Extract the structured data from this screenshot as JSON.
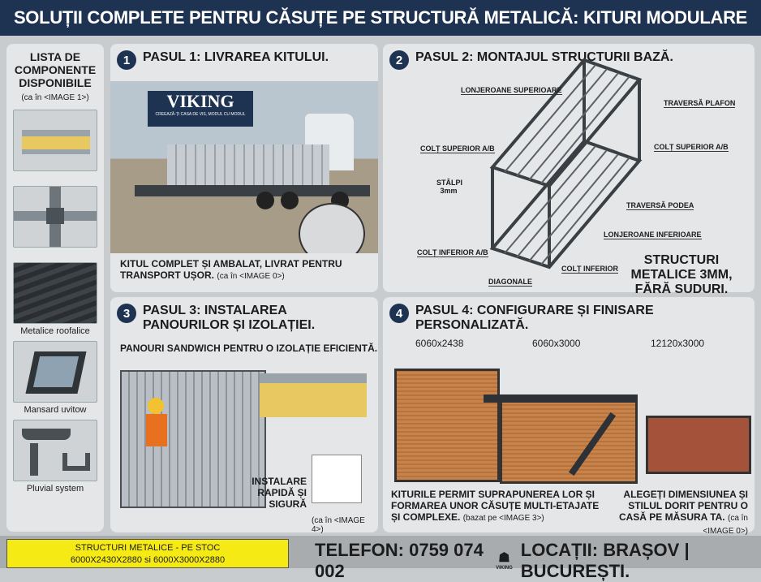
{
  "title": "SOLUȚII COMPLETE PENTRU CĂSUȚE PE STRUCTURĂ METALICĂ: KITURI MODULARE",
  "sidebar": {
    "heading": "LISTA DE COMPONENTE DISPONIBILE",
    "note": "(ca în <IMAGE 1>)",
    "items": [
      {
        "label": "",
        "icon": "sandwich-panel"
      },
      {
        "label": "",
        "icon": "corner-joint"
      },
      {
        "label": "Metalice roofalice",
        "icon": "metal-roof-tile"
      },
      {
        "label": "Mansard uvitow",
        "icon": "roof-window"
      },
      {
        "label": "Pluvial system",
        "icon": "gutter-system"
      }
    ]
  },
  "steps": [
    {
      "number": "1",
      "title": "PASUL 1: LIVRAREA KITULUI.",
      "brand": "VIKING",
      "brand_tagline": "CREEAZĂ-ȚI CASA DE VIS, MODUL CU MODUL",
      "caption": "KITUL COMPLET ȘI AMBALAT, LIVRAT PENTRU TRANSPORT UȘOR.",
      "caption_note": "(ca în <IMAGE 0>)"
    },
    {
      "number": "2",
      "title": "PASUL 2: MONTAJUL STRUCTURII BAZĂ.",
      "labels": [
        "LONJEROANE SUPERIOARE",
        "TRAVERSĂ PLAFON",
        "COLȚ SUPERIOR A/B",
        "COLȚ SUPERIOR A/B",
        "STÂLPI 3mm",
        "TRAVERSĂ PODEA",
        "LONJEROANE INFERIOARE",
        "COLȚ INFERIOR A/B",
        "COLȚ INFERIOR",
        "DIAGONALE"
      ],
      "callout": "STRUCTURI METALICE 3MM, FĂRĂ SUDURI."
    },
    {
      "number": "3",
      "title": "PASUL 3: INSTALAREA PANOURILOR ȘI IZOLAȚIEI.",
      "subtitle": "PANOURI SANDWICH PENTRU O IZOLAȚIE EFICIENTĂ.",
      "caption": "INSTALARE RAPIDĂ ȘI SIGURĂ",
      "caption_note": "(ca în <IMAGE 4>)"
    },
    {
      "number": "4",
      "title": "PASUL 4: CONFIGURARE ȘI FINISARE PERSONALIZATĂ.",
      "dimensions": [
        "6060x2438",
        "6060x3000",
        "12120x3000"
      ],
      "left_caption": "KITURILE PERMIT SUPRAPUNEREA LOR ȘI FORMAREA UNOR CĂSUȚE MULTI-ETAJATE ȘI COMPLEXE.",
      "left_note": "(bazat pe <IMAGE 3>)",
      "right_caption": "ALEGEȚI DIMENSIUNEA ȘI STILUL DORIT PENTRU O CASĂ PE MĂSURA TA.",
      "right_note": "(ca în <IMAGE 0>)"
    }
  ],
  "footer": {
    "stock_line1": "STRUCTURI METALICE - PE STOC",
    "stock_line2": "6000X2430X2880 si 6000X3000X2880",
    "phone": "TELEFON: 0759 074 002",
    "logo_text": "VIKING",
    "locations": "LOCAȚII: BRAȘOV | BUCUREȘTI."
  },
  "colors": {
    "navy": "#1e3352",
    "yellow": "#f5ea14",
    "wood": "#c8834a",
    "panel": "#e4e6e8"
  }
}
